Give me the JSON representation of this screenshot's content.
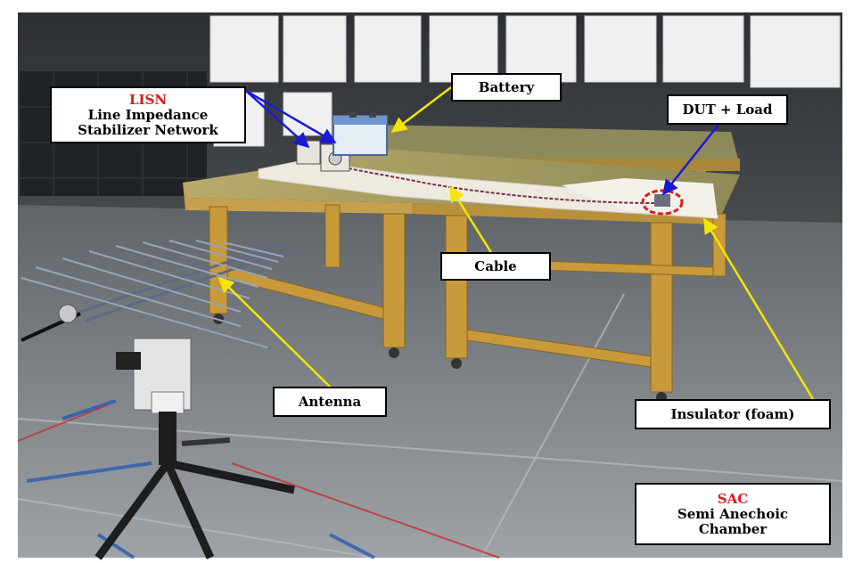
{
  "labels": {
    "lisn": {
      "acronym": "LISN",
      "line1": "Line Impedance",
      "line2": "Stabilizer Network"
    },
    "battery": "Battery",
    "dut": "DUT + Load",
    "cable": "Cable",
    "antenna": "Antenna",
    "insulator": "Insulator (foam)",
    "sac": {
      "acronym": "SAC",
      "line1": "Semi Anechoic",
      "line2": "Chamber"
    }
  },
  "colors": {
    "acronym_red": "#e0191b",
    "arrow_blue": "#1a1ad6",
    "arrow_yellow": "#f2e600",
    "dut_circle": "#e0191b",
    "table_wood": "#c89a3c",
    "floor": "#8f959a",
    "absorber": "#f2f2f2"
  }
}
